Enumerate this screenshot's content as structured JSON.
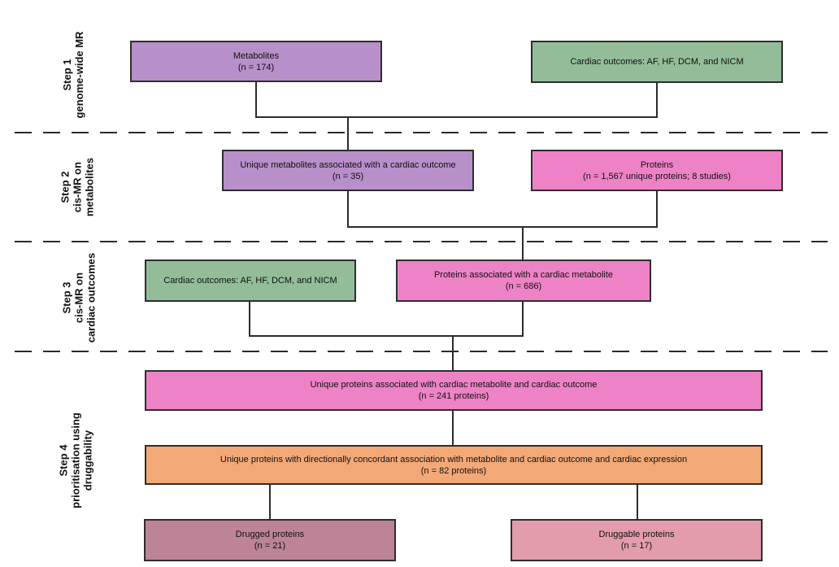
{
  "figure": {
    "steps": [
      {
        "line1": "Step 1",
        "line2": "genome-wide MR",
        "line3": ""
      },
      {
        "line1": "Step 2",
        "line2": "cis-MR on",
        "line3": "metabolites"
      },
      {
        "line1": "Step 3",
        "line2": "cis-MR on",
        "line3": "cardiac outcomes"
      },
      {
        "line1": "Step 4",
        "line2": "prioritisation using",
        "line3": "druggability"
      }
    ],
    "boxes": {
      "metabolites": {
        "title": "Metabolites",
        "count": "(n = 174)"
      },
      "cardiac_outcomes_step1": {
        "title": "Cardiac outcomes: AF, HF, DCM, and NICM",
        "count": ""
      },
      "unique_metabolites": {
        "title": "Unique metabolites associated with a cardiac outcome",
        "count": "(n = 35)"
      },
      "proteins": {
        "title": "Proteins",
        "count": "(n = 1,567 unique proteins; 8 studies)"
      },
      "cardiac_outcomes_step3": {
        "title": "Cardiac outcomes: AF, HF, DCM, and NICM",
        "count": ""
      },
      "proteins_metabolite": {
        "title": "Proteins associated with a cardiac metabolite",
        "count": "(n = 686)"
      },
      "unique_proteins": {
        "title": "Unique proteins associated with cardiac metabolite and cardiac outcome",
        "count": "(n = 241 proteins)"
      },
      "concordant_proteins": {
        "title": "Unique proteins with directionally concordant association with metabolite and cardiac outcome and cardiac expression",
        "count": "(n = 82 proteins)"
      },
      "drugged_proteins": {
        "title": "Drugged proteins",
        "count": "(n = 21)"
      },
      "druggable_proteins": {
        "title": "Druggable proteins",
        "count": "(n = 17)"
      }
    },
    "colors": {
      "purple": "#b78fc9",
      "green": "#92bd98",
      "pink": "#ee82c6",
      "orange": "#f3a877",
      "dark_rose": "#bc8496",
      "light_rose": "#e39cab",
      "border": "#2d2d2d",
      "line": "#2b2b2b"
    }
  }
}
